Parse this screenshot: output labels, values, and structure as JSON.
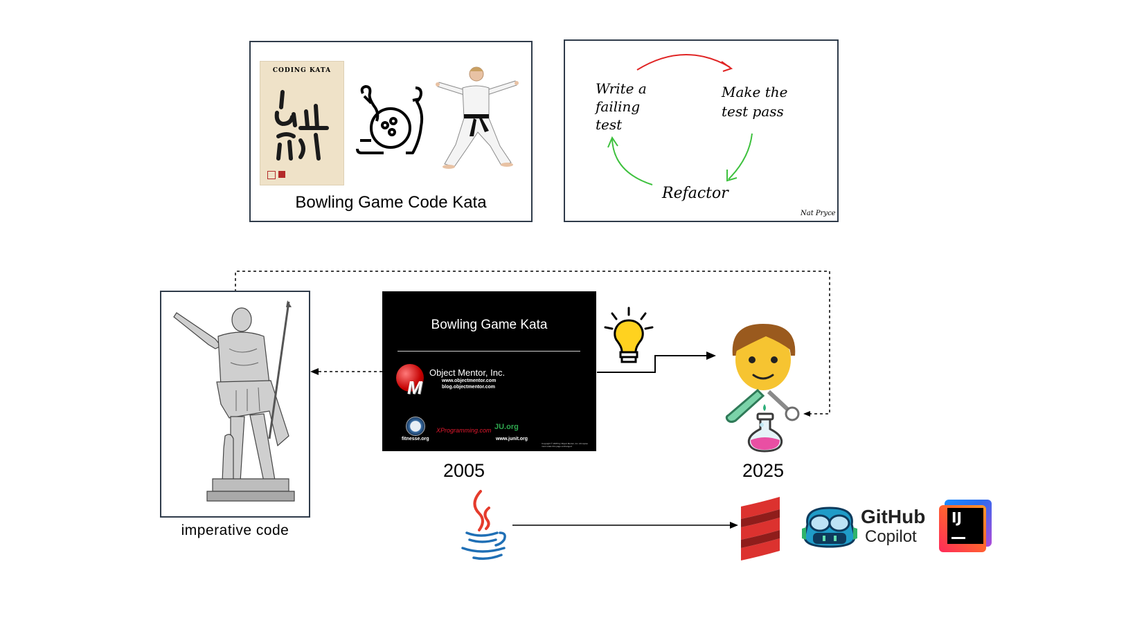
{
  "kata_panel": {
    "caption": "Bowling Game Code Kata",
    "poster_title": "CODING KATA"
  },
  "tdd_panel": {
    "step1": "Write a failing test",
    "step2": "Make the test pass",
    "step3": "Refactor",
    "signature": "Nat Pryce"
  },
  "statue_panel": {
    "caption": "imperative code"
  },
  "slide": {
    "title": "Bowling Game Kata",
    "company": "Object Mentor, Inc.",
    "url1": "www.objectmentor.com",
    "url2": "blog.objectmentor.com",
    "logo1": "fitnesse.org",
    "logo2": "XProgramming.com",
    "logo3": "www.junit.org",
    "logo3_mark": "JU.org",
    "logo_letter": "M",
    "copyright": "Copyright © 2005 by Object Mentor, Inc. All copies must retain this page unchanged."
  },
  "timeline": {
    "year_old": "2005",
    "year_new": "2025"
  },
  "tools": {
    "copilot_line1": "GitHub",
    "copilot_line2": "Copilot",
    "intellij_mark": "IJ"
  },
  "colors": {
    "tdd_red": "#e02424",
    "tdd_green": "#3ec13e",
    "java_red": "#e53b2c",
    "java_blue": "#1f6fb5",
    "scala_red": "#dc322f",
    "bulb_yellow": "#ffd21f",
    "face_yellow": "#f6c431",
    "hair_brown": "#9a5a1e"
  }
}
